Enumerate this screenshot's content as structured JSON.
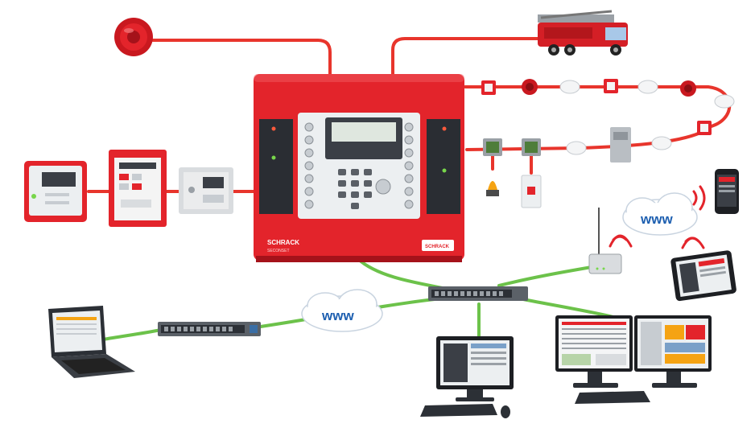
{
  "colors": {
    "fire_red": "#e3242b",
    "dark_red": "#b3161c",
    "cable_red": "#e8352c",
    "network_green": "#6cc24a",
    "cloud_blue": "#1d5fb0",
    "device_gray": "#d9dcdf",
    "screen_dark": "#2a2d33"
  },
  "panel": {
    "brand": "SCHRACK",
    "subtitle": "SECONSET",
    "logo_badge": "SCHRACK"
  },
  "clouds": {
    "top_right": "www",
    "center": "www"
  },
  "icons": [
    "siren-icon",
    "fire-truck-icon",
    "manual-call-point-icon",
    "smoke-detector-icon",
    "sounder-icon",
    "io-module-icon",
    "beacon-icon",
    "switch-plate-icon",
    "aspirating-detector-icon",
    "router-icon",
    "network-switch-icon",
    "laptop-icon",
    "smartphone-icon",
    "tablet-icon",
    "desktop-monitor-icon",
    "dual-monitor-icon",
    "keyboard-icon",
    "mouse-icon"
  ]
}
